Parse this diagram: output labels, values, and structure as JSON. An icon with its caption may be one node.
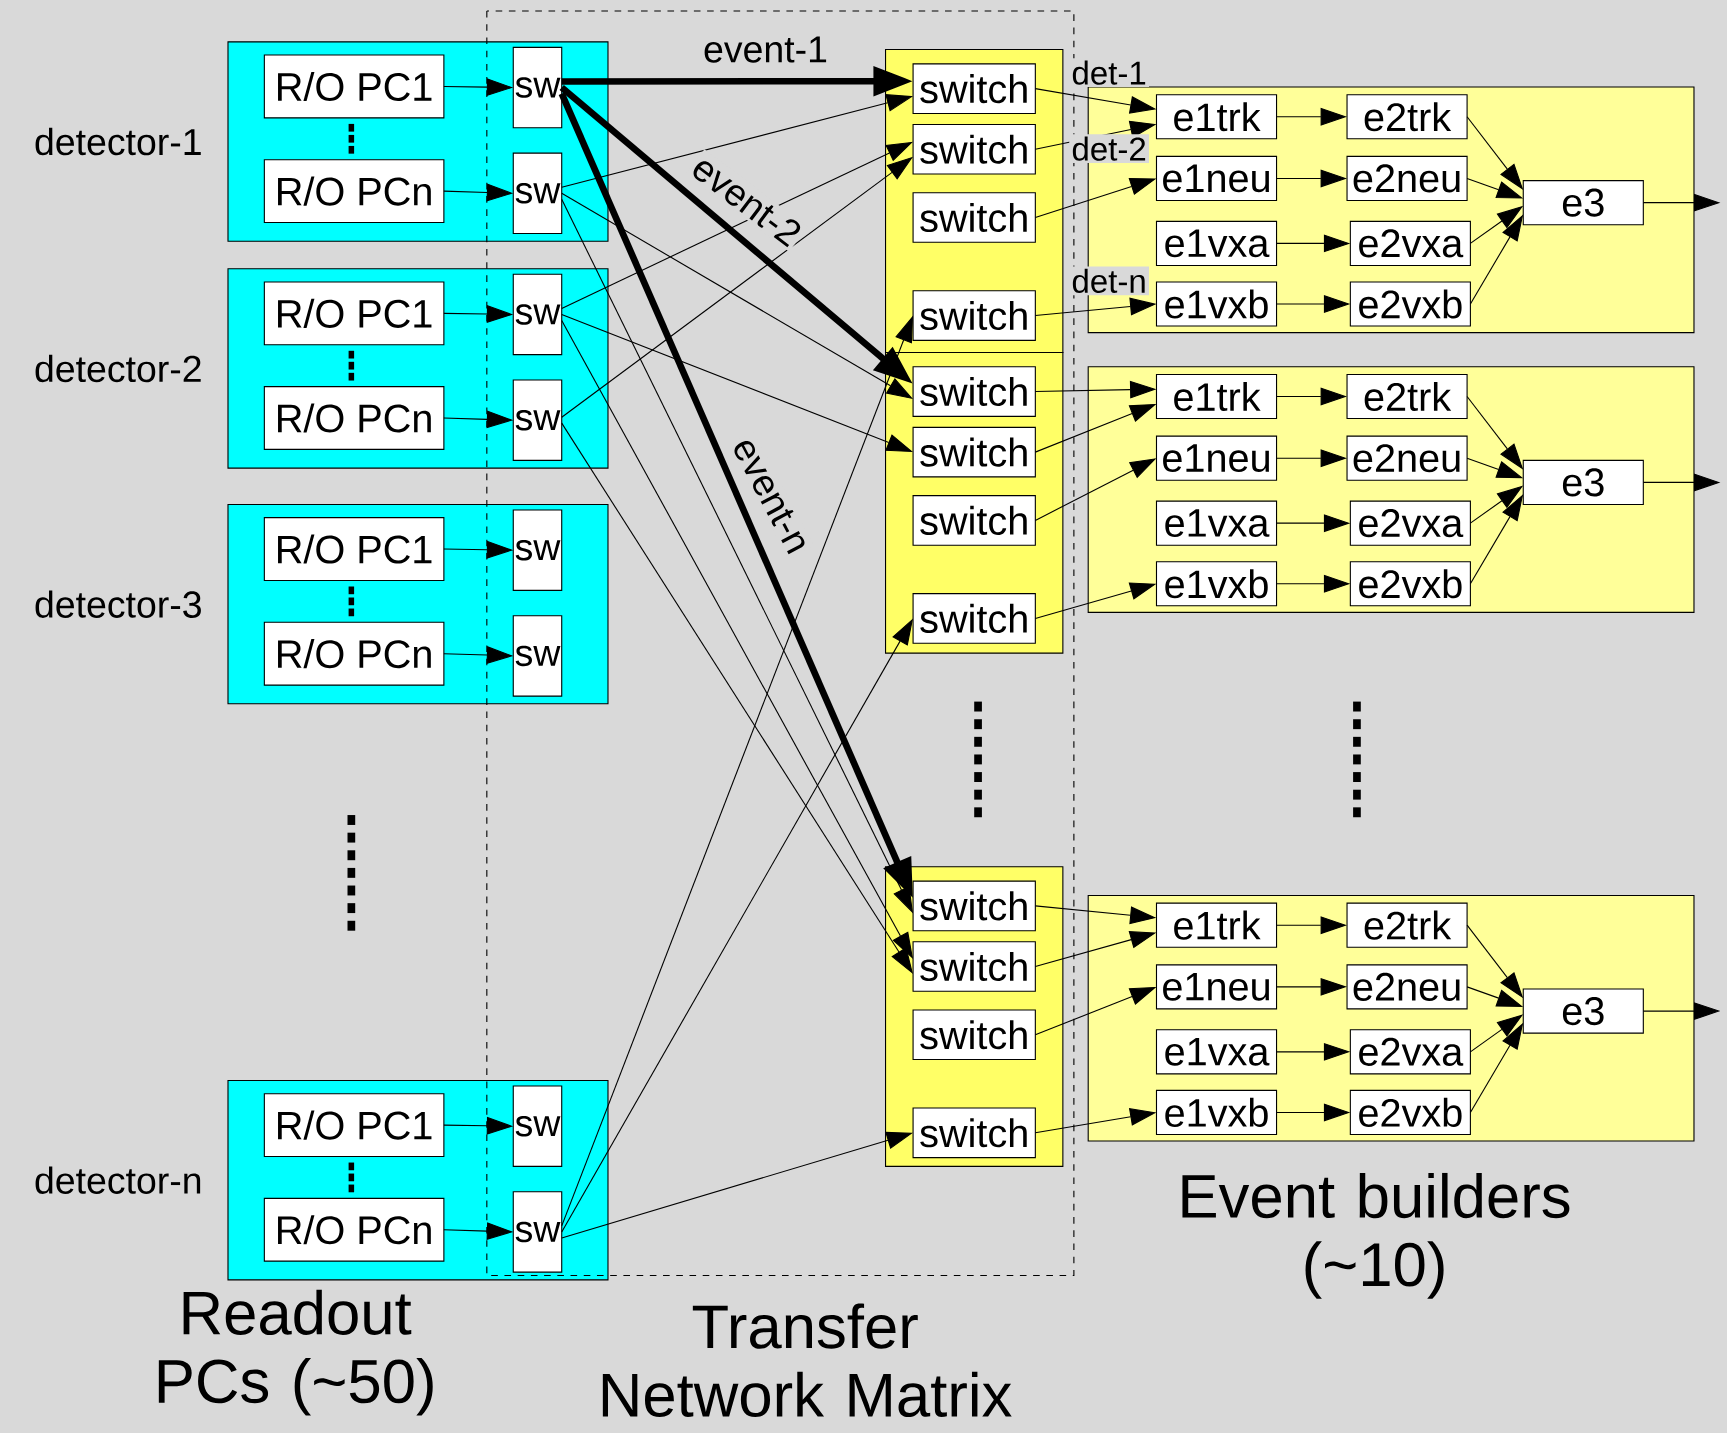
{
  "diagram": {
    "nodes": [
      {
        "text": [
          "detector-1"
        ]
      },
      {
        "text": [
          "R/O PC1"
        ],
        "in": 0
      },
      {
        "text": [
          "R/O PCn"
        ],
        "in": 0
      },
      {
        "text": [
          "sw"
        ],
        "in": 0
      },
      {
        "text": [
          "sw"
        ],
        "in": 0
      },
      {
        "text": [
          "detector-2"
        ]
      },
      {
        "text": [
          "R/O PC1"
        ],
        "in": 5
      },
      {
        "text": [
          "R/O PCn"
        ],
        "in": 5
      },
      {
        "text": [
          "sw"
        ],
        "in": 5
      },
      {
        "text": [
          "sw"
        ],
        "in": 5
      },
      {
        "text": [
          "detector-3"
        ]
      },
      {
        "text": [
          "R/O PC1"
        ],
        "in": 10
      },
      {
        "text": [
          "R/O PCn"
        ],
        "in": 10
      },
      {
        "text": [
          "sw"
        ],
        "in": 10
      },
      {
        "text": [
          "sw"
        ],
        "in": 10
      },
      {
        "text": [
          "detector-n"
        ]
      },
      {
        "text": [
          "R/O PC1"
        ],
        "in": 15
      },
      {
        "text": [
          "R/O PCn"
        ],
        "in": 15
      },
      {
        "text": [
          "sw"
        ],
        "in": 15
      },
      {
        "text": [
          "sw"
        ],
        "in": 15
      },
      {
        "text": [],
        "shape": "box"
      },
      {
        "text": [
          "switch"
        ],
        "in": 20
      },
      {
        "text": [
          "switch"
        ],
        "in": 20
      },
      {
        "text": [
          "switch"
        ],
        "in": 20
      },
      {
        "text": [
          "switch"
        ],
        "in": 20
      },
      {
        "text": [],
        "shape": "box"
      },
      {
        "text": [
          "switch"
        ],
        "in": 25
      },
      {
        "text": [
          "switch"
        ],
        "in": 25
      },
      {
        "text": [
          "switch"
        ],
        "in": 25
      },
      {
        "text": [
          "switch"
        ],
        "in": 25
      },
      {
        "text": [],
        "shape": "box"
      },
      {
        "text": [
          "switch"
        ],
        "in": 30
      },
      {
        "text": [
          "switch"
        ],
        "in": 30
      },
      {
        "text": [
          "switch"
        ],
        "in": 30
      },
      {
        "text": [
          "switch"
        ],
        "in": 30
      },
      {
        "text": [],
        "shape": "box"
      },
      {
        "text": [
          "e1trk"
        ],
        "in": 35
      },
      {
        "text": [
          "e2trk"
        ],
        "in": 35
      },
      {
        "text": [
          "e1neu"
        ],
        "in": 35
      },
      {
        "text": [
          "e2neu"
        ],
        "in": 35
      },
      {
        "text": [
          "e1vxa"
        ],
        "in": 35
      },
      {
        "text": [
          "e2vxa"
        ],
        "in": 35
      },
      {
        "text": [
          "e1vxb"
        ],
        "in": 35
      },
      {
        "text": [
          "e2vxb"
        ],
        "in": 35
      },
      {
        "text": [
          "e3"
        ],
        "in": 35
      },
      {
        "text": [],
        "shape": "box"
      },
      {
        "text": [
          "e1trk"
        ],
        "in": 45
      },
      {
        "text": [
          "e2trk"
        ],
        "in": 45
      },
      {
        "text": [
          "e1neu"
        ],
        "in": 45
      },
      {
        "text": [
          "e2neu"
        ],
        "in": 45
      },
      {
        "text": [
          "e1vxa"
        ],
        "in": 45
      },
      {
        "text": [
          "e2vxa"
        ],
        "in": 45
      },
      {
        "text": [
          "e1vxb"
        ],
        "in": 45
      },
      {
        "text": [
          "e2vxb"
        ],
        "in": 45
      },
      {
        "text": [
          "e3"
        ],
        "in": 45
      },
      {
        "text": [],
        "shape": "box"
      },
      {
        "text": [
          "e1trk"
        ],
        "in": 55
      },
      {
        "text": [
          "e2trk"
        ],
        "in": 55
      },
      {
        "text": [
          "e1neu"
        ],
        "in": 55
      },
      {
        "text": [
          "e2neu"
        ],
        "in": 55
      },
      {
        "text": [
          "e1vxa"
        ],
        "in": 55
      },
      {
        "text": [
          "e2vxa"
        ],
        "in": 55
      },
      {
        "text": [
          "e1vxb"
        ],
        "in": 55
      },
      {
        "text": [
          "e2vxb"
        ],
        "in": 55
      },
      {
        "text": [
          "e3"
        ],
        "in": 55
      }
    ],
    "edges": [
      {
        "from": 1,
        "to": 3,
        "arrow": "to"
      },
      {
        "from": 2,
        "to": 4,
        "arrow": "to"
      },
      {
        "from": 6,
        "to": 8,
        "arrow": "to"
      },
      {
        "from": 7,
        "to": 9,
        "arrow": "to"
      },
      {
        "from": 11,
        "to": 13,
        "arrow": "to"
      },
      {
        "from": 12,
        "to": 14,
        "arrow": "to"
      },
      {
        "from": 16,
        "to": 18,
        "arrow": "to"
      },
      {
        "from": 17,
        "to": 19,
        "arrow": "to"
      },
      {
        "from": 3,
        "to": 21,
        "arrow": "to",
        "label": "event-1",
        "style": "thick"
      },
      {
        "from": 3,
        "to": 26,
        "arrow": "to",
        "label": "event-2",
        "style": "thick"
      },
      {
        "from": 3,
        "to": 31,
        "arrow": "to",
        "label": "event-n",
        "style": "thick"
      },
      {
        "from": 4,
        "to": 21,
        "arrow": "to"
      },
      {
        "from": 4,
        "to": 26,
        "arrow": "to"
      },
      {
        "from": 4,
        "to": 31,
        "arrow": "to"
      },
      {
        "from": 8,
        "to": 22,
        "arrow": "to"
      },
      {
        "from": 8,
        "to": 27,
        "arrow": "to"
      },
      {
        "from": 8,
        "to": 32,
        "arrow": "to"
      },
      {
        "from": 9,
        "to": 22,
        "arrow": "to"
      },
      {
        "from": 9,
        "to": 32,
        "arrow": "to"
      },
      {
        "from": 19,
        "to": 24,
        "arrow": "to"
      },
      {
        "from": 19,
        "to": 29,
        "arrow": "to"
      },
      {
        "from": 19,
        "to": 34,
        "arrow": "to"
      },
      {
        "from": 21,
        "to": 36,
        "arrow": "to",
        "label": "det-1"
      },
      {
        "from": 22,
        "to": 36,
        "arrow": "to",
        "label": "det-2"
      },
      {
        "from": 23,
        "to": 38,
        "arrow": "to"
      },
      {
        "from": 24,
        "to": 42,
        "arrow": "to",
        "label": "det-n"
      },
      {
        "from": 36,
        "to": 37,
        "arrow": "to"
      },
      {
        "from": 38,
        "to": 39,
        "arrow": "to"
      },
      {
        "from": 40,
        "to": 41,
        "arrow": "to"
      },
      {
        "from": 42,
        "to": 43,
        "arrow": "to"
      },
      {
        "from": 37,
        "to": 44,
        "arrow": "to"
      },
      {
        "from": 39,
        "to": 44,
        "arrow": "to"
      },
      {
        "from": 41,
        "to": 44,
        "arrow": "to"
      },
      {
        "from": 43,
        "to": 44,
        "arrow": "to"
      },
      {
        "from": 44,
        "to": null,
        "arrow": "to"
      },
      {
        "from": 26,
        "to": 46,
        "arrow": "to"
      },
      {
        "from": 27,
        "to": 46,
        "arrow": "to"
      },
      {
        "from": 28,
        "to": 48,
        "arrow": "to"
      },
      {
        "from": 29,
        "to": 52,
        "arrow": "to"
      },
      {
        "from": 46,
        "to": 47,
        "arrow": "to"
      },
      {
        "from": 48,
        "to": 49,
        "arrow": "to"
      },
      {
        "from": 50,
        "to": 51,
        "arrow": "to"
      },
      {
        "from": 52,
        "to": 53,
        "arrow": "to"
      },
      {
        "from": 47,
        "to": 54,
        "arrow": "to"
      },
      {
        "from": 49,
        "to": 54,
        "arrow": "to"
      },
      {
        "from": 51,
        "to": 54,
        "arrow": "to"
      },
      {
        "from": 53,
        "to": 54,
        "arrow": "to"
      },
      {
        "from": 54,
        "to": null,
        "arrow": "to"
      },
      {
        "from": 31,
        "to": 56,
        "arrow": "to"
      },
      {
        "from": 32,
        "to": 56,
        "arrow": "to"
      },
      {
        "from": 33,
        "to": 58,
        "arrow": "to"
      },
      {
        "from": 34,
        "to": 62,
        "arrow": "to"
      },
      {
        "from": 56,
        "to": 57,
        "arrow": "to"
      },
      {
        "from": 58,
        "to": 59,
        "arrow": "to"
      },
      {
        "from": 60,
        "to": 61,
        "arrow": "to"
      },
      {
        "from": 62,
        "to": 63,
        "arrow": "to"
      },
      {
        "from": 57,
        "to": 64,
        "arrow": "to"
      },
      {
        "from": 59,
        "to": 64,
        "arrow": "to"
      },
      {
        "from": 61,
        "to": 64,
        "arrow": "to"
      },
      {
        "from": 63,
        "to": 64,
        "arrow": "to"
      },
      {
        "from": 64,
        "to": null,
        "arrow": "to"
      }
    ],
    "labels": [
      "Readout PCs (~50)",
      "Transfer Network Matrix",
      "Event builders (~10)"
    ]
  }
}
